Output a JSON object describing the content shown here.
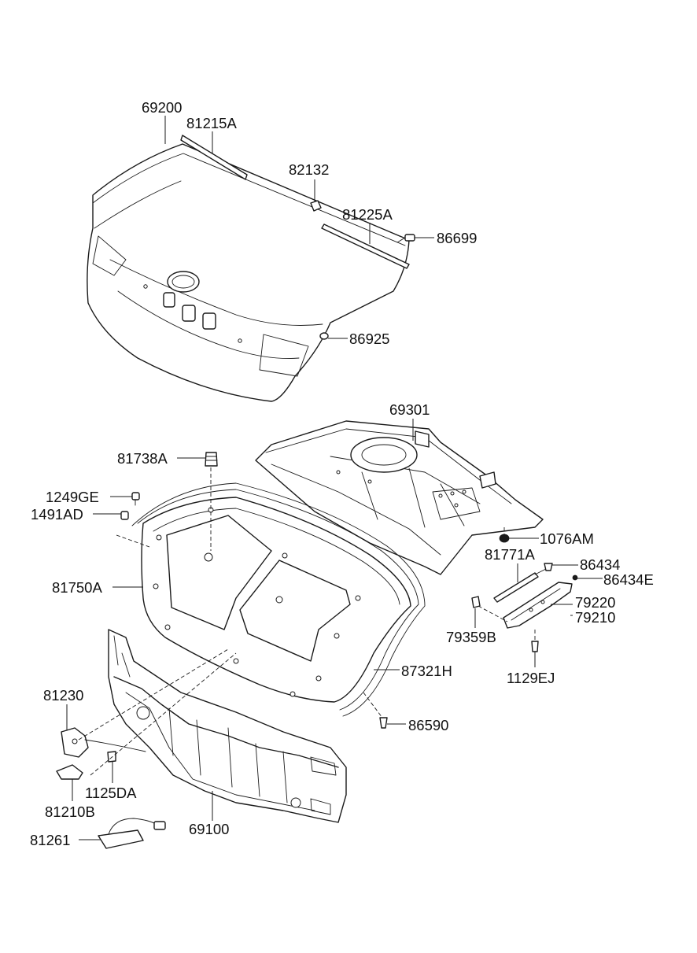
{
  "labels": {
    "p69200": "69200",
    "p81215A": "81215A",
    "p82132": "82132",
    "p81225A": "81225A",
    "p86699": "86699",
    "p86925": "86925",
    "p69301": "69301",
    "p81738A": "81738A",
    "p1249GE": "1249GE",
    "p1491AD": "1491AD",
    "p1076AM": "1076AM",
    "p81771A": "81771A",
    "p86434": "86434",
    "p86434E": "86434E",
    "p81750A": "81750A",
    "p79220": "79220",
    "p79210": "79210",
    "p79359B": "79359B",
    "p87321H": "87321H",
    "p1129EJ": "1129EJ",
    "p81230": "81230",
    "p86590": "86590",
    "p1125DA": "1125DA",
    "p81210B": "81210B",
    "p69100": "69100",
    "p81261": "81261"
  }
}
